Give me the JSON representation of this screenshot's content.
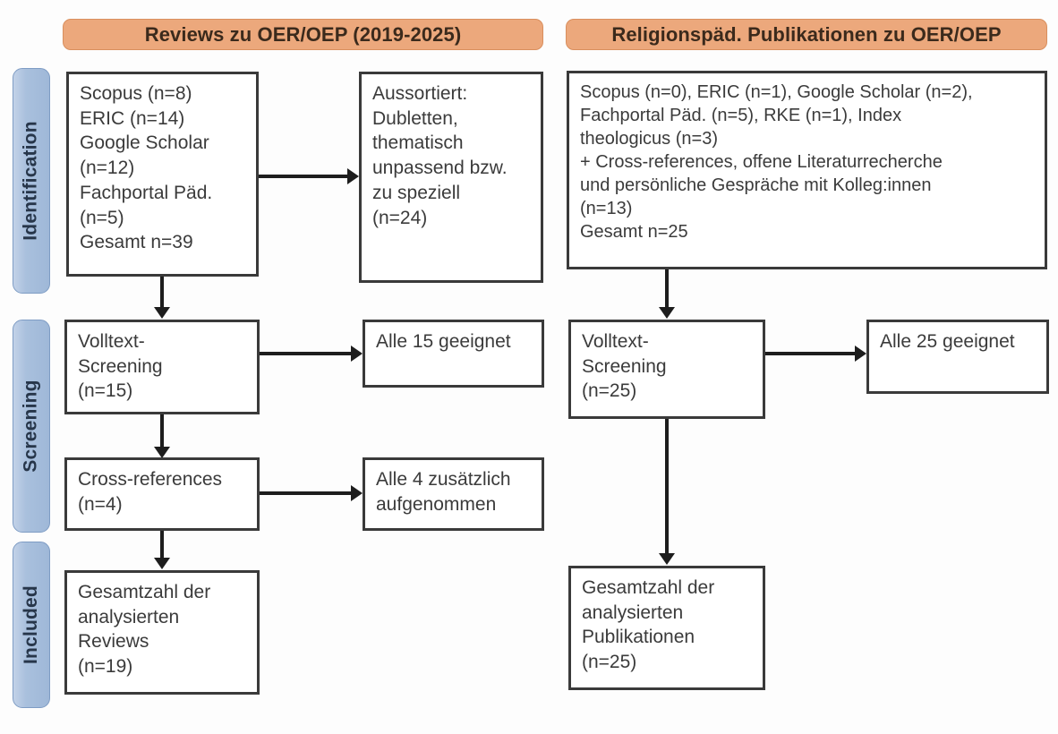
{
  "figure": {
    "type": "prisma-flow-diagram",
    "background_color": "#fdfdfd",
    "accent_header_color": "#eca87c",
    "stage_pill_color": "#a9c0dd",
    "box_border_color": "#3a3a3a"
  },
  "stages": [
    {
      "id": "identification",
      "label": "Identification"
    },
    {
      "id": "screening",
      "label": "Screening"
    },
    {
      "id": "included",
      "label": "Included"
    }
  ],
  "columns": [
    {
      "id": "reviews",
      "header": "Reviews zu OER/OEP (2019-2025)"
    },
    {
      "id": "religionspaed",
      "header": "Religionspäd. Publikationen zu OER/OEP"
    }
  ],
  "left_column": {
    "identification_sources": {
      "lines": [
        "Scopus (n=8)",
        "ERIC (n=14)",
        "Google Scholar",
        "(n=12)",
        "Fachportal Päd.",
        "(n=5)",
        "Gesamt n=39"
      ]
    },
    "excluded": {
      "lines": [
        "Aussortiert:",
        "Dubletten,",
        "thematisch",
        "unpassend bzw.",
        "zu speziell",
        "(n=24)"
      ]
    },
    "fulltext_screening": {
      "lines": [
        "Volltext-",
        "Screening",
        "(n=15)"
      ]
    },
    "fulltext_result": {
      "lines": [
        "Alle 15 geeignet"
      ]
    },
    "cross_references": {
      "lines": [
        "Cross-references",
        "(n=4)"
      ]
    },
    "cross_references_result": {
      "lines": [
        "Alle 4 zusätzlich",
        "aufgenommen"
      ]
    },
    "included_total": {
      "lines": [
        "Gesamtzahl der",
        "analysierten",
        "Reviews",
        "(n=19)"
      ]
    }
  },
  "right_column": {
    "identification_sources": {
      "lines": [
        "Scopus (n=0), ERIC (n=1), Google Scholar (n=2),",
        "Fachportal Päd. (n=5), RKE (n=1), Index",
        "theologicus (n=3)",
        "+ Cross-references, offene Literaturrecherche",
        "und persönliche Gespräche mit Kolleg:innen",
        "(n=13)",
        "Gesamt n=25"
      ]
    },
    "fulltext_screening": {
      "lines": [
        "Volltext-",
        "Screening",
        "(n=25)"
      ]
    },
    "fulltext_result": {
      "lines": [
        "Alle 25 geeignet"
      ]
    },
    "included_total": {
      "lines": [
        "Gesamtzahl der",
        "analysierten",
        "Publikationen",
        "(n=25)"
      ]
    }
  },
  "counts": {
    "left_scopus": 8,
    "left_eric": 14,
    "left_google_scholar": 12,
    "left_fachportal": 5,
    "left_total_identified": 39,
    "left_excluded": 24,
    "left_fulltext_screened": 15,
    "left_fulltext_eligible": 15,
    "left_cross_references": 4,
    "left_cross_references_added": 4,
    "left_included": 19,
    "right_scopus": 0,
    "right_eric": 1,
    "right_google_scholar": 2,
    "right_fachportal": 5,
    "right_rke": 1,
    "right_index_theologicus": 3,
    "right_additional": 13,
    "right_total_identified": 25,
    "right_fulltext_screened": 25,
    "right_fulltext_eligible": 25,
    "right_included": 25
  }
}
